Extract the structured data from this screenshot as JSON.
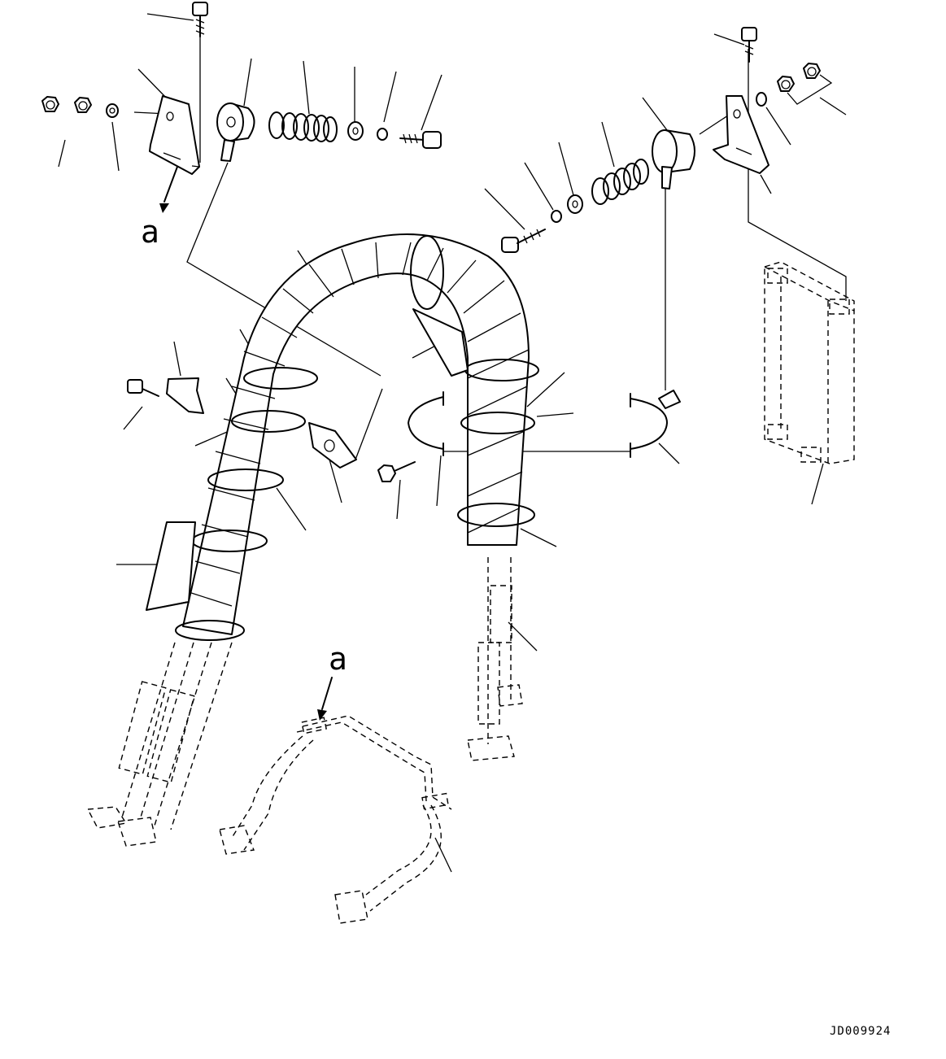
{
  "view_labels": {
    "upper": "a",
    "lower": "a"
  },
  "drawing_number": "JD009924",
  "colors": {
    "line": "#000000",
    "background": "#ffffff"
  },
  "icons": [
    "bolt-icon",
    "nut-icon",
    "washer-icon",
    "spring-icon",
    "clamp-icon",
    "bracket-icon",
    "hose-icon",
    "cooler-icon",
    "tube-icon"
  ]
}
